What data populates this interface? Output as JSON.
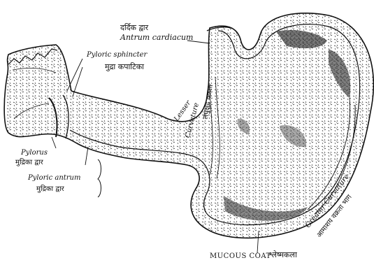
{
  "figure": {
    "ink_color": "#111111",
    "paper_color": "#ffffff",
    "labels": {
      "antrum_cardiacum_hi": "दर्दिक द्वार",
      "antrum_cardiacum": "Antrum cardiacum",
      "pyloric_sphincter": "Pyloric sphincter",
      "pyloric_sphincter_hi": "मुद्रा कपाटिका",
      "lesser_curvature": "Lesser",
      "lesser_curvature_cont": "Curvature",
      "lesser_curvature_hi": "लघुक्षुद्र वक्रता",
      "pylorus": "Pylorus",
      "pylorus_hi": "मुद्रिका द्वार",
      "pyloric_antrum": "Pyloric antrum",
      "pyloric_antrum_hi": "मुद्रिका द्वार",
      "greater_curvature": "Greater Curvature",
      "greater_curvature_hi": "आमाशय वक्रता भाग",
      "mucous_coat": "MUCOUS COAT",
      "mucous_coat_hi": "श्लेष्मकला"
    }
  }
}
